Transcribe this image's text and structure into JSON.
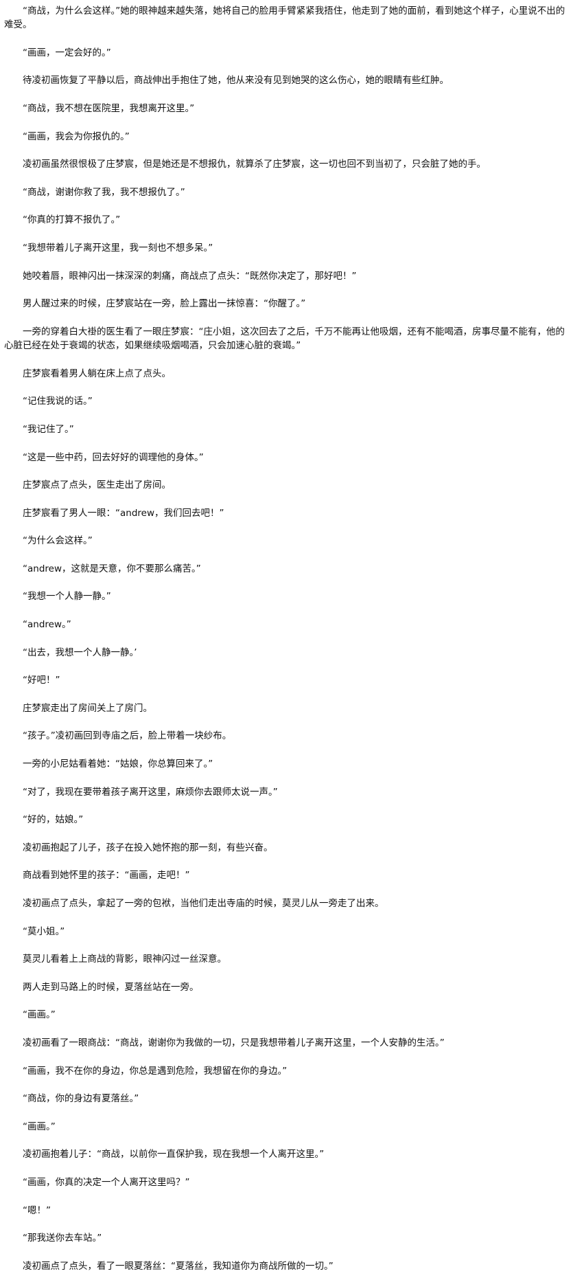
{
  "paragraphs": [
    "“商战，为什么会这样。”她的眼神越来越失落，她将自己的脸用手臂紧紧我捂住，他走到了她的面前，看到她这个样子，心里说不出的难受。",
    "“画画，一定会好的。”",
    "待凌初画恢复了平静以后，商战伸出手抱住了她，他从来没有见到她哭的这么伤心，她的眼睛有些红肿。",
    "“商战，我不想在医院里，我想离开这里。”",
    "“画画，我会为你报仇的。”",
    "凌初画虽然很恨极了庄梦宸，但是她还是不想报仇，就算杀了庄梦宸，这一切也回不到当初了，只会脏了她的手。",
    "“商战，谢谢你救了我，我不想报仇了。”",
    "“你真的打算不报仇了。”",
    "“我想带着儿子离开这里，我一刻也不想多呆。”",
    "她咬着唇，眼神闪出一抹深深的刺痛，商战点了点头：“既然你决定了，那好吧！”",
    "男人醒过来的时候，庄梦宸站在一旁，脸上露出一抹惊喜：“你醒了。”",
    "一旁的穿着白大褂的医生看了一眼庄梦宸：“庄小姐，这次回去了之后，千万不能再让他吸烟，还有不能喝酒，房事尽量不能有，他的心脏已经在处于衰竭的状态，如果继续吸烟喝酒，只会加速心脏的衰竭。”",
    "庄梦宸看着男人躺在床上点了点头。",
    "“记住我说的话。”",
    "“我记住了。”",
    "“这是一些中药，回去好好的调理他的身体。”",
    "庄梦宸点了点头，医生走出了房间。",
    "庄梦宸看了男人一眼：“andrew，我们回去吧！”",
    "“为什么会这样。”",
    "“andrew，这就是天意，你不要那么痛苦。”",
    "“我想一个人静一静。”",
    "“andrew。”",
    "“出去，我想一个人静一静。’",
    "“好吧！”",
    "庄梦宸走出了房间关上了房门。",
    "“孩子。”凌初画回到寺庙之后，脸上带着一块纱布。",
    "一旁的小尼姑看着她：“姑娘，你总算回来了。”",
    "“对了，我现在要带着孩子离开这里，麻烦你去跟师太说一声。”",
    "“好的，姑娘。”",
    "凌初画抱起了儿子，孩子在投入她怀抱的那一刻，有些兴奋。",
    "商战看到她怀里的孩子：“画画，走吧！”",
    "凌初画点了点头，拿起了一旁的包袱，当他们走出寺庙的时候，莫灵儿从一旁走了出来。",
    "“莫小姐。”",
    "莫灵儿看着上上商战的背影，眼神闪过一丝深意。",
    "两人走到马路上的时候，夏落丝站在一旁。",
    "“画画。”",
    "凌初画看了一眼商战：“商战，谢谢你为我做的一切，只是我想带着儿子离开这里，一个人安静的生活。”",
    "“画画，我不在你的身边，你总是遇到危险，我想留在你的身边。”",
    "“商战，你的身边有夏落丝。”",
    "“画画。”",
    "凌初画抱着儿子：“商战，以前你一直保护我，现在我想一个人离开这里。”",
    "“画画，你真的决定一个人离开这里吗？”",
    "“嗯！”",
    "“那我送你去车站。”",
    "凌初画点了点头，看了一眼夏落丝：“夏落丝，我知道你为商战所做的一切。”"
  ]
}
